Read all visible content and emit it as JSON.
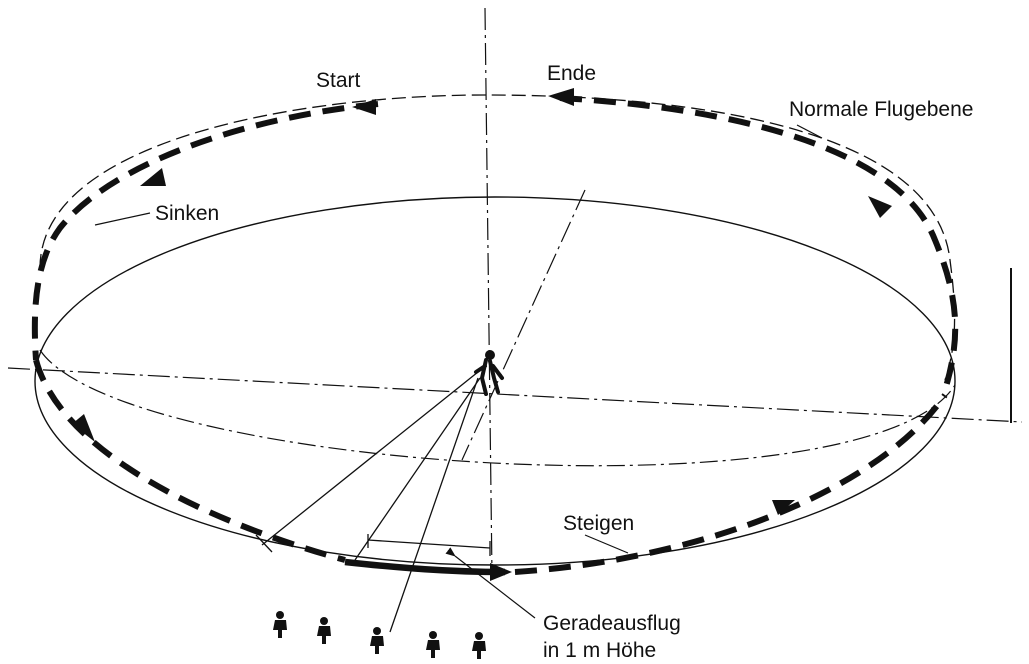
{
  "labels": {
    "start": "Start",
    "ende": "Ende",
    "normale_flugebene": "Normale Flugebene",
    "sinken": "Sinken",
    "steigen": "Steigen",
    "geradeausflug_line1": "Geradeausflug",
    "geradeausflug_line2": "in 1 m Höhe"
  },
  "colors": {
    "ink": "#111111",
    "background": "#ffffff"
  }
}
